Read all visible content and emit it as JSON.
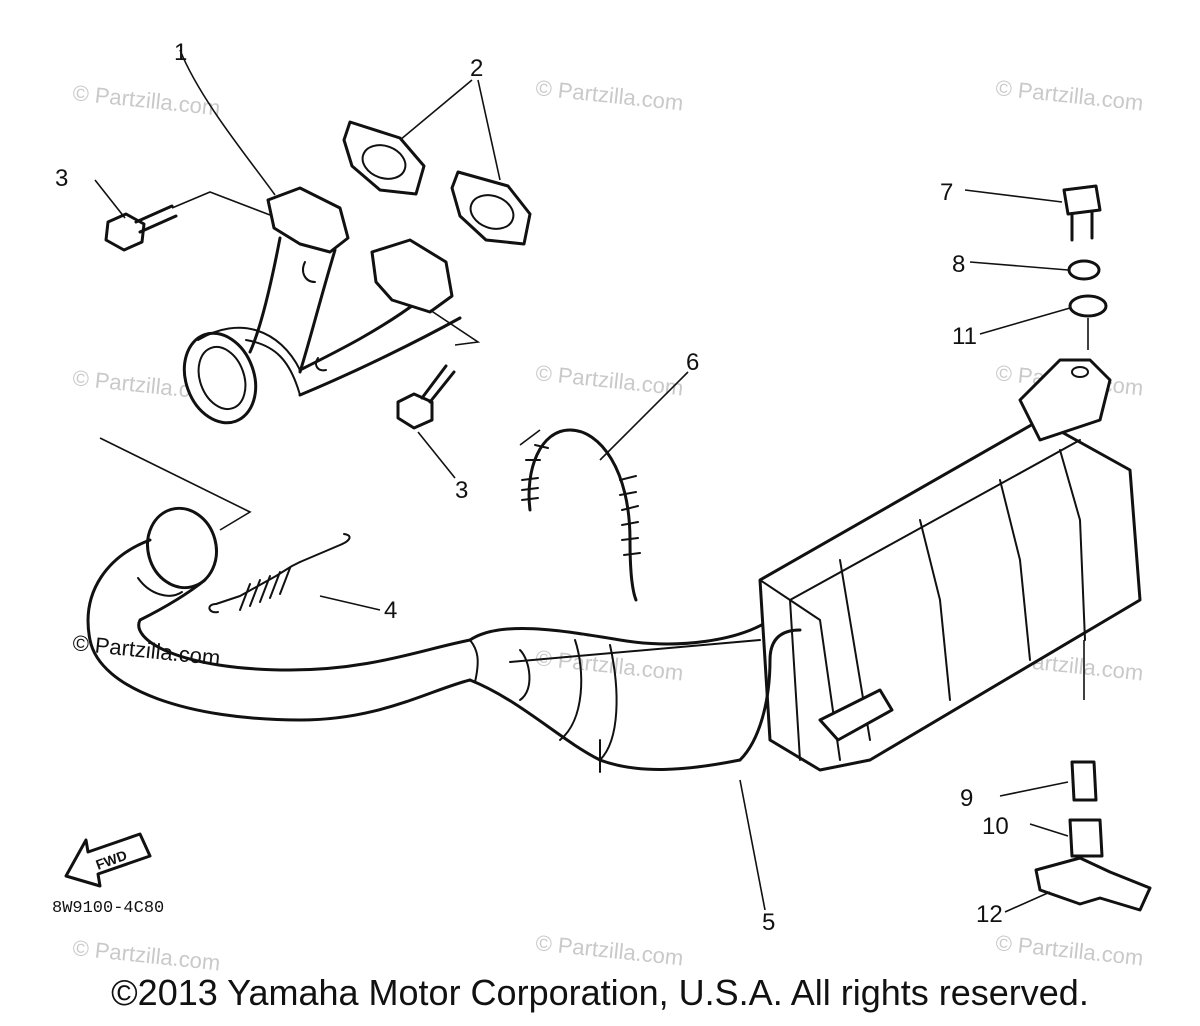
{
  "callouts": [
    "1",
    "2",
    "3",
    "3",
    "4",
    "5",
    "6",
    "7",
    "8",
    "9",
    "10",
    "11",
    "12"
  ],
  "watermark": "© Partzilla.com",
  "diagram_code": "8W9100-4C80",
  "fwd_label": "FWD",
  "copyright": "©2013 Yamaha Motor Corporation, U.S.A. All rights reserved."
}
